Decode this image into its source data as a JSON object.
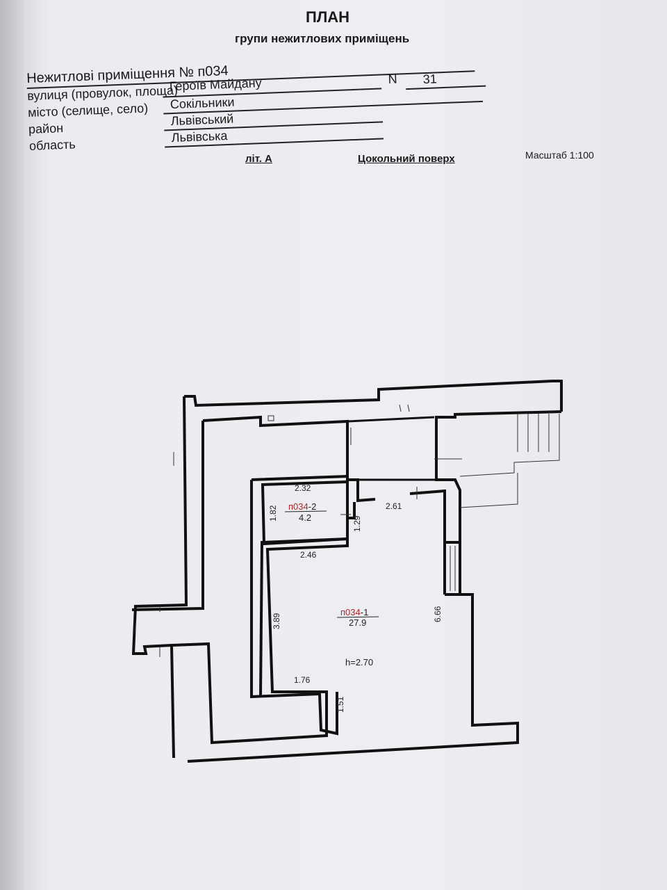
{
  "header": {
    "title": "ПЛАН",
    "subtitle": "групи нежитлових приміщень"
  },
  "form": {
    "premises_label": "Нежитлові приміщення № п034",
    "street_label": "вулиця (провулок, площа)",
    "street_value": "Героїв Майдану",
    "number_label": "N",
    "number_value": "31",
    "city_label": "місто (селище, село)",
    "city_value": "Сокільники",
    "district_label": "район",
    "district_value": "Львівський",
    "region_label": "область",
    "region_value": "Львівська"
  },
  "plan_info": {
    "letter": "літ. А",
    "floor": "Цокольний поверх",
    "scale": "Масштаб 1:100"
  },
  "rooms": [
    {
      "code": "п034",
      "suffix": "-2",
      "area": "4.2"
    },
    {
      "code": "п034",
      "suffix": "-1",
      "area": "27.9"
    }
  ],
  "dimensions": [
    "2.32",
    "1.82",
    "1.29",
    "2.61",
    "2.46",
    "3.89",
    "6.66",
    "1.76",
    "1.51"
  ],
  "height": "h=2.70",
  "colors": {
    "room_code": "#b0262b",
    "ink": "#1a1a1a"
  }
}
